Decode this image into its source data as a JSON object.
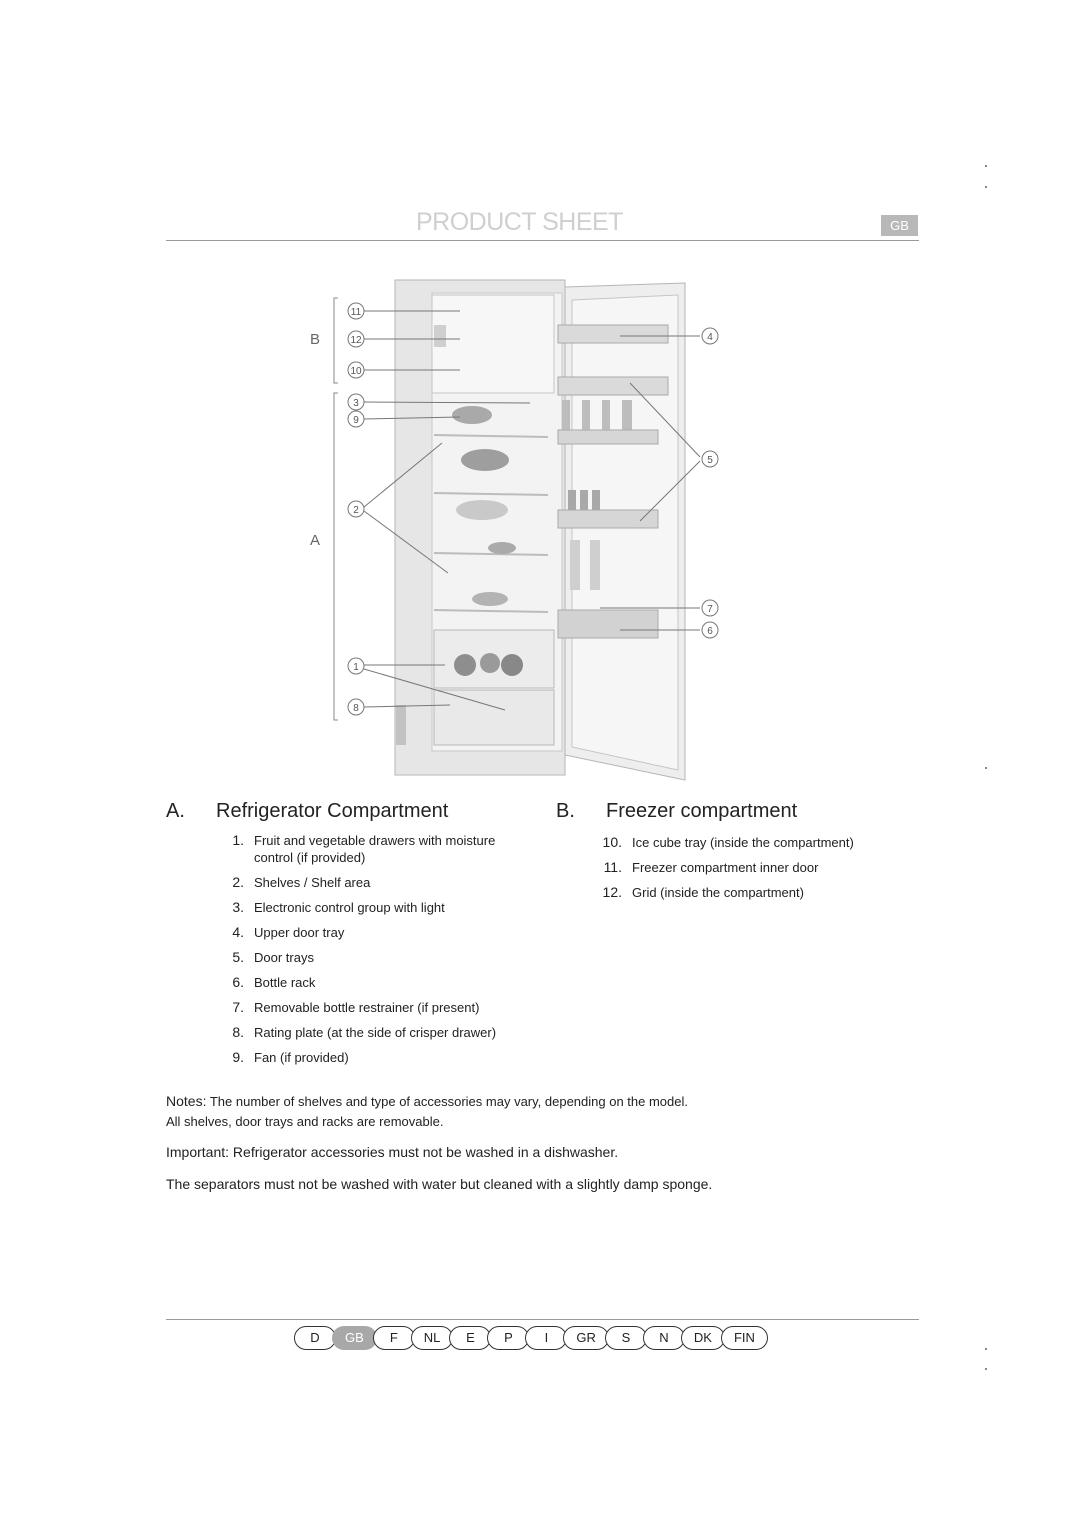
{
  "header": {
    "title": "PRODUCT SHEET",
    "lang_badge": "GB"
  },
  "figure": {
    "group_labels": [
      "B",
      "A"
    ],
    "callouts": [
      "11",
      "12",
      "10",
      "3",
      "9",
      "2",
      "1",
      "8",
      "4",
      "5",
      "7",
      "6"
    ]
  },
  "section_a": {
    "letter": "A.",
    "heading": "Refrigerator Compartment",
    "items": [
      {
        "num": "1.",
        "text": "Fruit and vegetable drawers with moisture control (if provided)"
      },
      {
        "num": "2.",
        "text": "Shelves / Shelf area"
      },
      {
        "num": "3.",
        "text": "Electronic control group with light"
      },
      {
        "num": "4.",
        "text": "Upper door tray"
      },
      {
        "num": "5.",
        "text": "Door trays"
      },
      {
        "num": "6.",
        "text": "Bottle rack"
      },
      {
        "num": "7.",
        "text": "Removable bottle restrainer (if present)"
      },
      {
        "num": "8.",
        "text": "Rating plate (at the side of crisper drawer)"
      },
      {
        "num": "9.",
        "text": "Fan (if provided)"
      }
    ]
  },
  "section_b": {
    "letter": "B.",
    "heading": "Freezer compartment",
    "items": [
      {
        "num": "10.",
        "text": "Ice cube tray (inside the compartment)"
      },
      {
        "num": "11.",
        "text": "Freezer compartment inner door"
      },
      {
        "num": "12.",
        "text": "Grid (inside the compartment)"
      }
    ]
  },
  "notes": {
    "label": "Notes:",
    "line1": "The number of shelves and type of accessories may vary, depending on the model.",
    "line2": "All shelves, door trays and racks are removable."
  },
  "important": "Important: Refrigerator accessories must not be washed in a dishwasher.",
  "separators": "The separators must not be washed with water but cleaned with a slightly damp sponge.",
  "footer": {
    "languages": [
      "D",
      "GB",
      "F",
      "NL",
      "E",
      "P",
      "I",
      "GR",
      "S",
      "N",
      "DK",
      "FIN"
    ],
    "active": "GB"
  }
}
